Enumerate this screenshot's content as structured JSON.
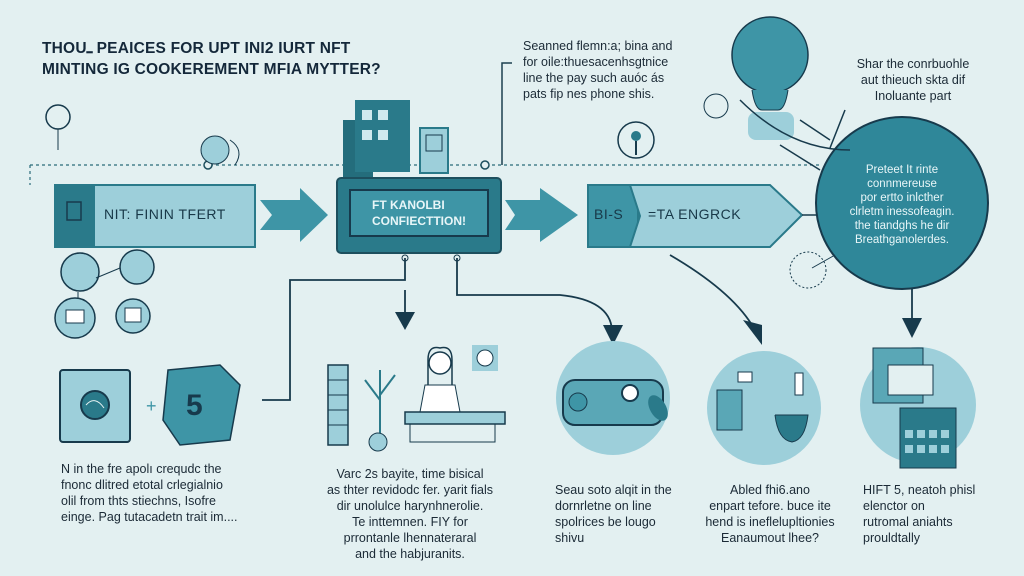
{
  "title": {
    "line1": "THOUߺ PEAICES FOR UPT INI2 IURT NFT",
    "line2": "MINTING IG COOKEREMENT MFIA MYTTER?"
  },
  "top_note": [
    "Seanned flemn:a; bina and",
    "for oile:thuesacenhsgtnice",
    "line the pay such auóc ás",
    "pats fip nes phone shis."
  ],
  "right_note": [
    "Shar the conrbuohle",
    "aut thieuch skta dif",
    "Inoluante part"
  ],
  "flow": {
    "step1_label": "NIT: FININ TFERT",
    "step2_line1": "FT KANOLBI",
    "step2_line2": "CONFIECTTION!",
    "step3_prefix": "BI-S",
    "step3_label": "=TA ENGRCK",
    "circle_text": [
      "Preteet It rinte",
      "connmereuse",
      "por ertto inlcther",
      "clrletm inessofeagin.",
      "the tiandghs he dir",
      "Breathganolerdes."
    ]
  },
  "icons": {
    "number_badge": "5"
  },
  "captions": [
    [
      "N in the fre apolı crequdc the",
      "fnonc dlitred etotal crlegialnio",
      "olil from thts stiechns,  Isofre",
      "einge. Pag tutacadetn trait im...."
    ],
    [
      "Varc 2s bayite, time bisical",
      "as thter revidodc fer. yarit fials",
      "dir unolulce harynhnerolie.",
      "Te inttemnen. FIY for",
      "prrontanle lhennateraral",
      "and the habjuranits."
    ],
    [
      "Seau soto alqit in the",
      "dornrletne on line",
      "spolrices be lougo",
      "shivu"
    ],
    [
      "Abled fhi6.ano",
      "enpart tefore. buce ite",
      "hend is ineflelupltionies",
      "Eanaumout lhee?"
    ],
    [
      "HIFT 5, neatoh phisl",
      "elenctor on",
      "rutromal aniahts",
      "prouldtally"
    ]
  ],
  "colors": {
    "background": "#e3f0f1",
    "dark_teal": "#2a7a8a",
    "mid_teal": "#5aa7b6",
    "light_teal": "#9dcfda",
    "navy": "#173a4c"
  }
}
